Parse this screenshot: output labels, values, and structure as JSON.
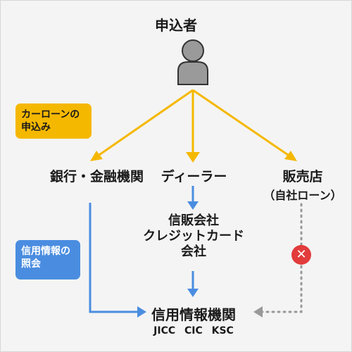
{
  "applicant": {
    "label": "申込者",
    "icon": "person-icon"
  },
  "lenders": {
    "bank": "銀行・金融機関",
    "dealer": "ディーラー",
    "shop": "販売店",
    "shop_note": "（自社ローン）"
  },
  "credit_company": "信販会社\nクレジットカード\n会社",
  "bureau": {
    "label": "信用情報機関",
    "orgs": "JICC CIC KSC"
  },
  "tags": {
    "loan_application": "カーローンの\n申込み",
    "credit_inquiry": "信用情報の\n照会"
  },
  "no_inquiry_icon": "cross-icon",
  "colors": {
    "application_arrow": "#f5b800",
    "inquiry_arrow": "#4a8de0",
    "no_inquiry_line": "#999999",
    "cross_badge": "#e23b3b",
    "person": "#9a9a9a"
  }
}
